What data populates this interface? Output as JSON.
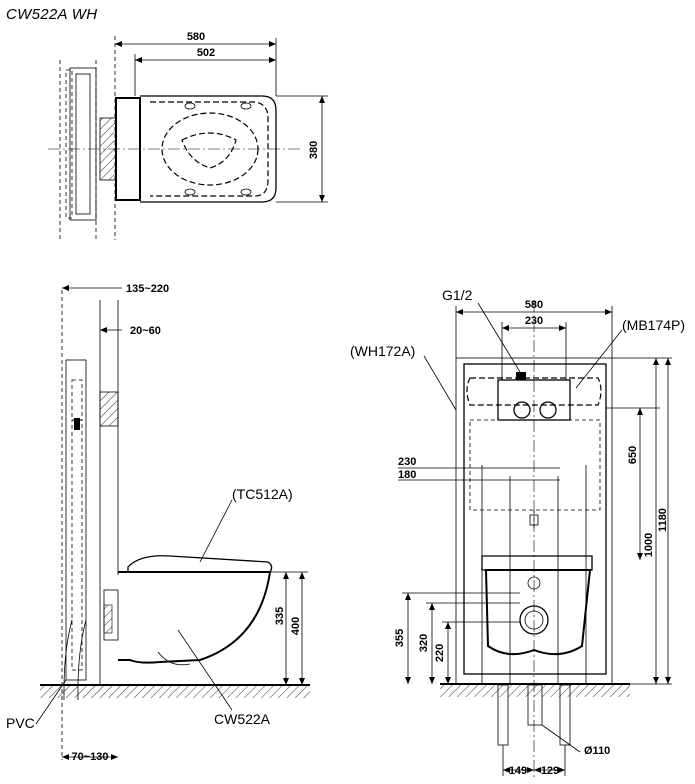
{
  "model_code": "CW522A WH",
  "top_view": {
    "width_outer": "580",
    "width_seat": "502",
    "depth": "380"
  },
  "side_view": {
    "wall_range_outer": "135~220",
    "wall_range_inner": "20~60",
    "seat_label": "(TC512A)",
    "rim_height": "335",
    "total_height": "400",
    "bowl_label": "CW522A",
    "pipe_label": "PVC",
    "floor_offset": "70~130"
  },
  "front_view": {
    "inlet_label": "G1/2",
    "frame_label": "(WH172A)",
    "button_label": "(MB174P)",
    "frame_width": "580",
    "tank_width": "230",
    "bolt_outer": "230",
    "bolt_inner": "180",
    "h_650": "650",
    "h_1000": "1000",
    "h_1180": "1180",
    "h_355": "355",
    "h_320": "320",
    "h_220": "220",
    "foot_left": "149",
    "foot_right": "129",
    "drain_dia": "Ø110"
  }
}
